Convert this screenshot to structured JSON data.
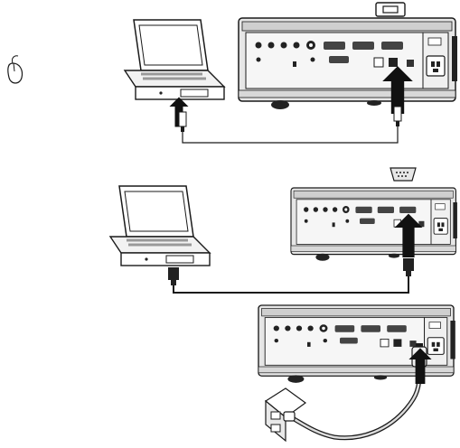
{
  "figure": {
    "panels": [
      {
        "id": "usb-connection",
        "icon": "usb-port-icon"
      },
      {
        "id": "vga-connection",
        "icon": "vga-port-icon"
      },
      {
        "id": "power-connection",
        "icon": "power-outlet-icon"
      }
    ],
    "side_icon": "mouse-icon",
    "colors": {
      "line": "#1a1a1a",
      "projector_body": "#e6e6e6",
      "panel": "#f6f6f6",
      "arrow": "#111111"
    }
  }
}
